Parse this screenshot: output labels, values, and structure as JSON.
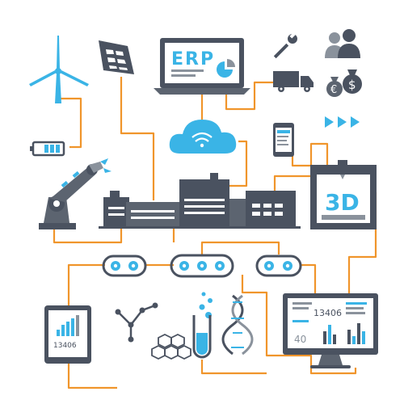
{
  "laptop": {
    "label": "ERP"
  },
  "factory_3d": {
    "label": "3D"
  },
  "tablet": {
    "value": "13406"
  },
  "monitor": {
    "value": "13406",
    "small_value": "40"
  },
  "currency": {
    "symbol_a": "€",
    "symbol_b": "$"
  },
  "colors": {
    "wire": "#f0952b",
    "ink": "#4a5260",
    "accent": "#3ab4e6"
  }
}
